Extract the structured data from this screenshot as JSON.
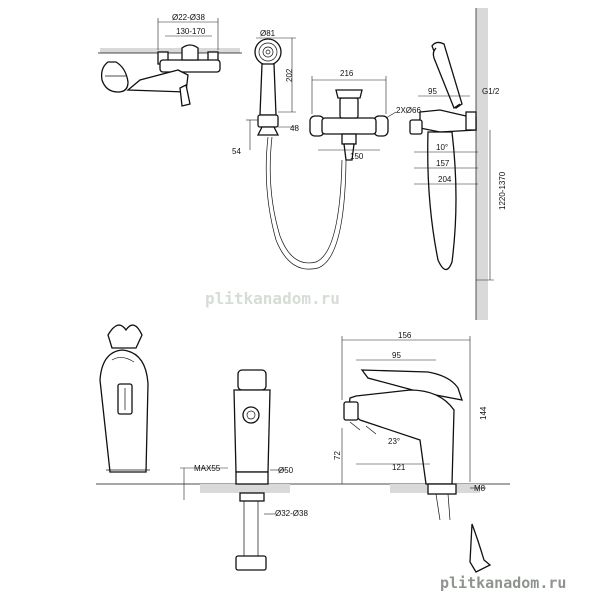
{
  "dimensions": {
    "d1": "Ø22-Ø38",
    "d2": "130-170",
    "d3": "Ø81",
    "d4": "202",
    "d5": "48",
    "d6": "54",
    "d7": "216",
    "d8": "2XØ66",
    "d9": "150",
    "d10": "95",
    "d11": "G1/2",
    "d12": "10°",
    "d13": "157",
    "d14": "204",
    "d15": "1220-1370",
    "d16": "156",
    "d17": "95",
    "d18": "144",
    "d19": "72",
    "d20": "23°",
    "d21": "121",
    "d22": "M8",
    "d23": "MAX55",
    "d24": "Ø50",
    "d25": "Ø32-Ø38"
  },
  "watermark": {
    "center": "plitkanadom.ru",
    "corner": "plitkanadom.ru"
  }
}
